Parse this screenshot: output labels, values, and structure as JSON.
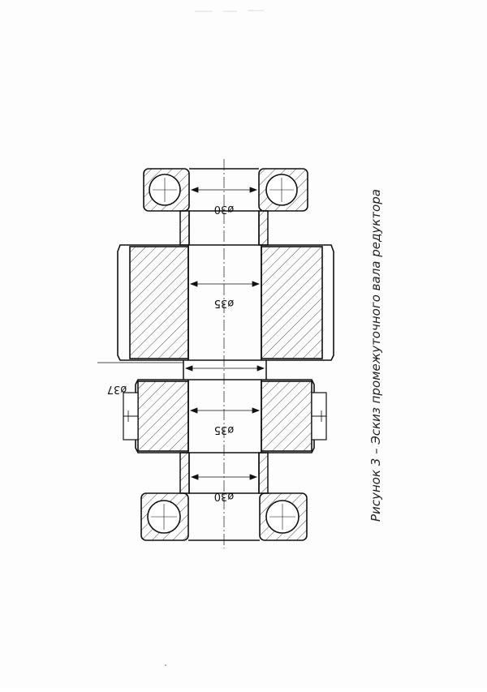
{
  "figure": {
    "caption": "Рисунок 3 – Эскиз промежуточного вала редуктора",
    "dimensions": {
      "d_bearing_top": "ø30",
      "d_gear_large": "ø35",
      "d_collar": "ø37",
      "d_gear_small": "ø35",
      "d_bearing_bottom": "ø30"
    }
  }
}
